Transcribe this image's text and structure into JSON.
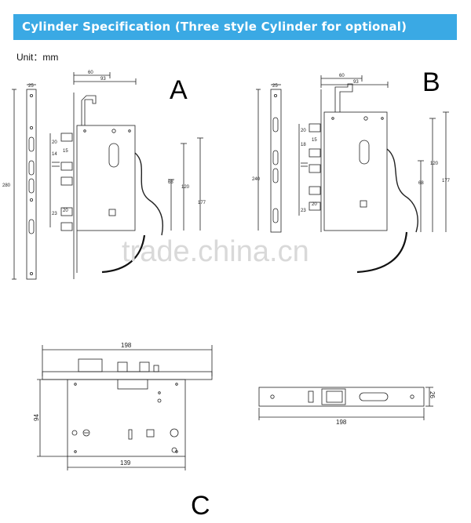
{
  "header": {
    "title": "Cylinder Specification (Three style Cylinder for optional)",
    "color": "#3aa9e4"
  },
  "unit_label": "Unit：mm",
  "labels": {
    "a": "A",
    "b": "B",
    "c": "C"
  },
  "drawing_a": {
    "dims": [
      "25",
      "60",
      "93",
      "280",
      "20",
      "14",
      "15",
      "120",
      "177",
      "68",
      "23",
      "20"
    ]
  },
  "drawing_b": {
    "dims": [
      "25",
      "60",
      "93",
      "240",
      "20",
      "18",
      "15",
      "120",
      "177",
      "68",
      "23",
      "20"
    ]
  },
  "drawing_c": {
    "dims": [
      "198",
      "94",
      "139"
    ]
  },
  "drawing_faceplate": {
    "dims": [
      "198",
      "26"
    ]
  },
  "watermark": "trade.china.cn"
}
